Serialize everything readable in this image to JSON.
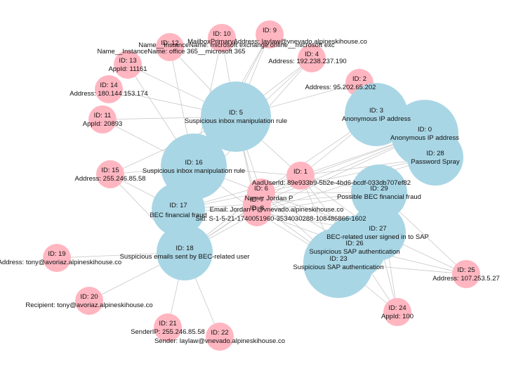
{
  "colors": {
    "alert": "#a9d6e5",
    "entity": "#ffb6c1",
    "edge": "#c8c8c8"
  },
  "nodes": [
    {
      "id": 0,
      "type": "alert",
      "title": "ID: 0",
      "label": "Anonymous IP address"
    },
    {
      "id": 1,
      "type": "entity",
      "title": "ID: 1",
      "label": "AadUserId: 89e933b9-5b2e-4bd6-bcdf-033db707ef82"
    },
    {
      "id": 2,
      "type": "entity",
      "title": "ID: 2",
      "label": "Address: 95.202.65.202"
    },
    {
      "id": 3,
      "type": "alert",
      "title": "ID: 3",
      "label": "Anonymous IP address"
    },
    {
      "id": 4,
      "type": "entity",
      "title": "ID: 4",
      "label": "Address: 192.238.237.190"
    },
    {
      "id": 5,
      "type": "alert",
      "title": "ID: 5",
      "label": "Suspicious inbox manipulation rule"
    },
    {
      "id": 6,
      "type": "entity",
      "title": "ID: 6",
      "label": "Name: Jordan P"
    },
    {
      "id": 7,
      "type": "entity",
      "title": "ID: 7",
      "label": "Email: Jordan P@vnevado.alpineskihouse.co"
    },
    {
      "id": 8,
      "type": "entity",
      "title": "ID: 8",
      "label": "Sid: S-1-5-21-1740051960-3534030288-108486866-1602"
    },
    {
      "id": 9,
      "type": "entity",
      "title": "ID: 9",
      "label": "MailboxPrimaryAddress: laylaw@vnevado.alpineskihouse.co"
    },
    {
      "id": 10,
      "type": "entity",
      "title": "ID: 10",
      "label": "Name__InstanceName: microsoft exchange online__microsoft exc"
    },
    {
      "id": 11,
      "type": "entity",
      "title": "ID: 11",
      "label": "AppId: 20893"
    },
    {
      "id": 12,
      "type": "entity",
      "title": "ID: 12",
      "label": "Name__InstanceName: office 365__microsoft 365"
    },
    {
      "id": 13,
      "type": "entity",
      "title": "ID: 13",
      "label": "AppId: 11161"
    },
    {
      "id": 14,
      "type": "entity",
      "title": "ID: 14",
      "label": "Address: 180.144.153.174"
    },
    {
      "id": 15,
      "type": "entity",
      "title": "ID: 15",
      "label": "Address: 255.246.85.58"
    },
    {
      "id": 16,
      "type": "alert",
      "title": "ID: 16",
      "label": "Suspicious inbox manipulation rule"
    },
    {
      "id": 17,
      "type": "alert",
      "title": "ID: 17",
      "label": "BEC financial fraud"
    },
    {
      "id": 18,
      "type": "alert",
      "title": "ID: 18",
      "label": "Suspicious emails sent by BEC-related user"
    },
    {
      "id": 19,
      "type": "entity",
      "title": "ID: 19",
      "label": "ryAddress: tony@avoriaz.alpineskihouse.co"
    },
    {
      "id": 20,
      "type": "entity",
      "title": "ID: 20",
      "label": "Recipient: tony@avoriaz.alpineskihouse.co"
    },
    {
      "id": 21,
      "type": "entity",
      "title": "ID: 21",
      "label": "SenderIP: 255.246.85.58"
    },
    {
      "id": 22,
      "type": "entity",
      "title": "ID: 22",
      "label": "Sender: laylaw@vnevado.alpineskihouse.co"
    },
    {
      "id": 23,
      "type": "alert",
      "title": "ID: 23",
      "label": "Suspicious SAP authentication"
    },
    {
      "id": 24,
      "type": "entity",
      "title": "ID: 24",
      "label": "AppId: 100"
    },
    {
      "id": 25,
      "type": "entity",
      "title": "ID: 25",
      "label": "Address: 107.253.5.27"
    },
    {
      "id": 26,
      "type": "alert",
      "title": "ID: 26",
      "label": "Suspicious SAP authentication"
    },
    {
      "id": 27,
      "type": "alert",
      "title": "ID: 27",
      "label": "BEC-related user signed in to SAP"
    },
    {
      "id": 28,
      "type": "alert",
      "title": "ID: 28",
      "label": "Password Spray"
    },
    {
      "id": 29,
      "type": "alert",
      "title": "ID: 29",
      "label": "Possible BEC financial fraud"
    }
  ],
  "edges": [
    [
      0,
      1
    ],
    [
      0,
      2
    ],
    [
      0,
      6
    ],
    [
      0,
      7
    ],
    [
      0,
      8
    ],
    [
      3,
      1
    ],
    [
      3,
      2
    ],
    [
      3,
      6
    ],
    [
      28,
      1
    ],
    [
      28,
      6
    ],
    [
      28,
      8
    ],
    [
      5,
      9
    ],
    [
      5,
      10
    ],
    [
      5,
      11
    ],
    [
      5,
      12
    ],
    [
      5,
      13
    ],
    [
      5,
      14
    ],
    [
      5,
      4
    ],
    [
      5,
      2
    ],
    [
      5,
      1
    ],
    [
      5,
      6
    ],
    [
      5,
      7
    ],
    [
      5,
      8
    ],
    [
      5,
      15
    ],
    [
      16,
      9
    ],
    [
      16,
      10
    ],
    [
      16,
      11
    ],
    [
      16,
      12
    ],
    [
      16,
      13
    ],
    [
      16,
      4
    ],
    [
      16,
      15
    ],
    [
      16,
      1
    ],
    [
      16,
      6
    ],
    [
      16,
      8
    ],
    [
      17,
      1
    ],
    [
      17,
      6
    ],
    [
      17,
      7
    ],
    [
      17,
      8
    ],
    [
      17,
      15
    ],
    [
      17,
      4
    ],
    [
      17,
      9
    ],
    [
      18,
      19
    ],
    [
      18,
      20
    ],
    [
      18,
      21
    ],
    [
      18,
      22
    ],
    [
      18,
      1
    ],
    [
      18,
      6
    ],
    [
      18,
      7
    ],
    [
      18,
      8
    ],
    [
      18,
      15
    ],
    [
      29,
      1
    ],
    [
      29,
      6
    ],
    [
      29,
      7
    ],
    [
      29,
      8
    ],
    [
      29,
      24
    ],
    [
      29,
      25
    ],
    [
      27,
      1
    ],
    [
      27,
      6
    ],
    [
      27,
      8
    ],
    [
      27,
      24
    ],
    [
      27,
      25
    ],
    [
      26,
      1
    ],
    [
      26,
      6
    ],
    [
      26,
      8
    ],
    [
      26,
      24
    ],
    [
      26,
      25
    ],
    [
      23,
      1
    ],
    [
      23,
      6
    ],
    [
      23,
      7
    ],
    [
      23,
      8
    ],
    [
      23,
      24
    ],
    [
      23,
      25
    ]
  ]
}
